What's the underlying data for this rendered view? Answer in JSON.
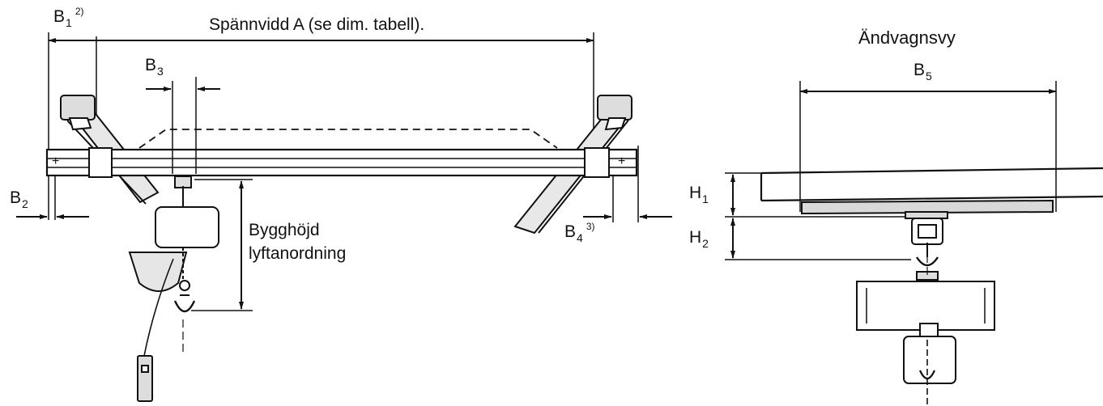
{
  "diagram": {
    "span_label": "Spännvidd A (se dim. tabell).",
    "end_view_title": "Ändvagnsvy",
    "build_height_label_line1": "Bygghöjd",
    "build_height_label_line2": "lyftanordning",
    "dims": {
      "b1": {
        "main": "B",
        "sub": "1",
        "note": "2)"
      },
      "b2": {
        "main": "B",
        "sub": "2"
      },
      "b3": {
        "main": "B",
        "sub": "3"
      },
      "b4": {
        "main": "B",
        "sub": "4",
        "note": "3)"
      },
      "b5": {
        "main": "B",
        "sub": "5"
      },
      "h1": {
        "main": "H",
        "sub": "1"
      },
      "h2": {
        "main": "H",
        "sub": "2"
      }
    },
    "colors": {
      "ink": "#111111",
      "background": "#ffffff",
      "fill_gray": "#d9d9d9"
    }
  }
}
